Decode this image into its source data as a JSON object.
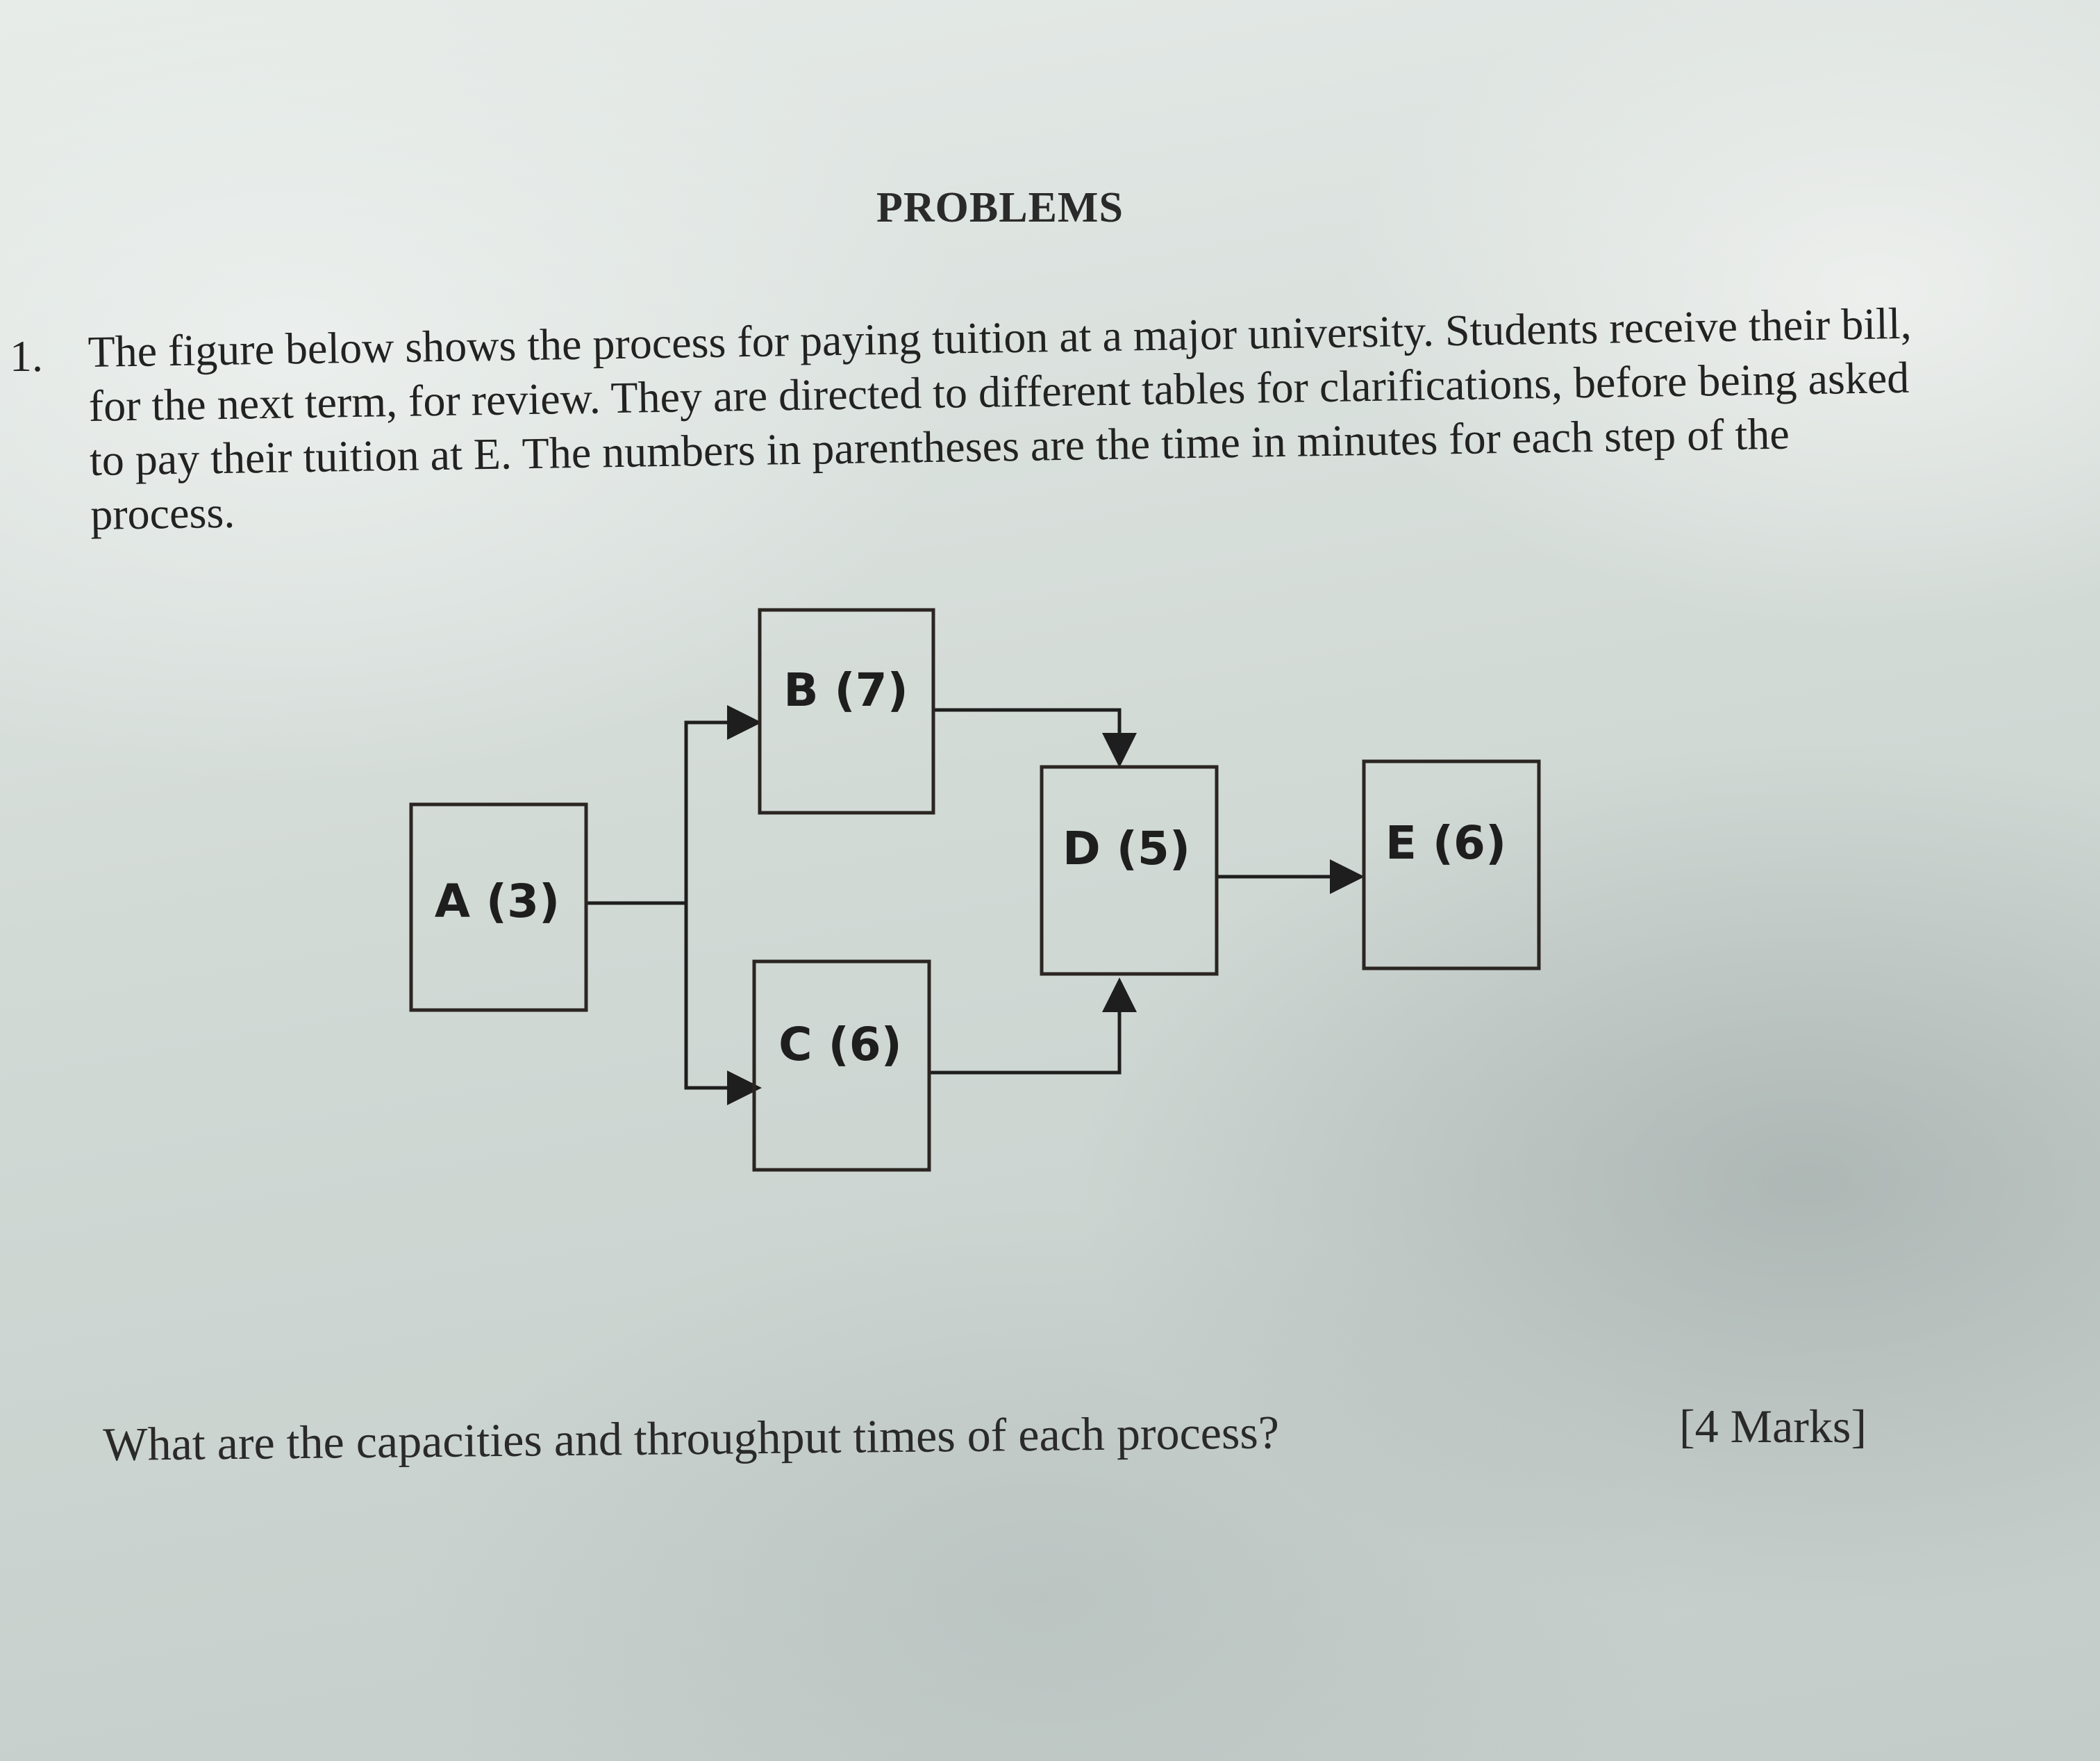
{
  "heading": "PROBLEMS",
  "problem": {
    "number": "1.",
    "text": "The figure below shows the process for paying tuition at a major university. Students receive their bill, for the next term, for review. They are directed to different tables for clarifications, before being asked to pay their tuition at E. The numbers in parentheses are the time in minutes for each step of the process."
  },
  "diagram": {
    "nodes": [
      {
        "id": "A",
        "label": "A (3)",
        "minutes": 3
      },
      {
        "id": "B",
        "label": "B (7)",
        "minutes": 7
      },
      {
        "id": "C",
        "label": "C (6)",
        "minutes": 6
      },
      {
        "id": "D",
        "label": "D (5)",
        "minutes": 5
      },
      {
        "id": "E",
        "label": "E (6)",
        "minutes": 6
      }
    ],
    "edges": [
      {
        "from": "A",
        "to": "B"
      },
      {
        "from": "A",
        "to": "C"
      },
      {
        "from": "B",
        "to": "D"
      },
      {
        "from": "C",
        "to": "D"
      },
      {
        "from": "D",
        "to": "E"
      }
    ]
  },
  "question": "What are the capacities and throughput times of each process?",
  "marks": "[4 Marks]"
}
